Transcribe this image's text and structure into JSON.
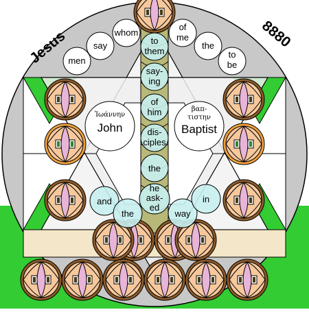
{
  "corner": {
    "left": "Jesus",
    "right": "8880"
  },
  "arc_words": [
    "men",
    "say",
    "whom",
    "of",
    "me",
    "the",
    "to",
    "be"
  ],
  "column_words": [
    "to",
    "them",
    "say-",
    "ing",
    "of",
    "him",
    "dis-",
    "ciples",
    "the",
    "he",
    "ask-",
    "ed"
  ],
  "names": {
    "john_greek": "Ἰωάννην",
    "john": "John",
    "baptist_greek_line1": "βαπ-",
    "baptist_greek_line2": "τιστην",
    "baptist": "Baptist"
  },
  "lower_words": [
    "and",
    "the",
    "way",
    "in"
  ],
  "colors": {
    "disk": "#c8c8c8",
    "green": "#33cc33",
    "brown": "#8b5a2b",
    "orange": "#f0a040",
    "skin": "#f6c89c",
    "cyan": "#c8f0f0",
    "olive": "#b8b878",
    "pale": "#f4e6c8"
  }
}
